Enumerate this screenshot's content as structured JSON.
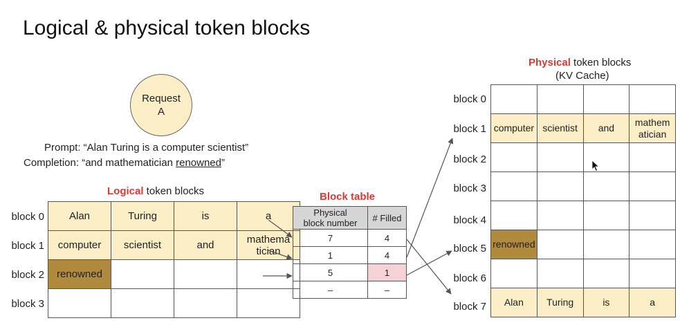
{
  "title": "Logical & physical token blocks",
  "request": {
    "label": "Request\nA"
  },
  "prompt_text": "Prompt: “Alan Turing is a computer scientist”",
  "completion": {
    "prefix": "Completion: “and mathematician ",
    "underlined": "renowned",
    "suffix": "”"
  },
  "logical": {
    "heading_accent": "Logical",
    "heading_rest": " token blocks",
    "row_labels": [
      "block 0",
      "block 1",
      "block 2",
      "block 3"
    ],
    "rows": [
      [
        "Alan",
        "Turing",
        "is",
        "a"
      ],
      [
        "computer",
        "scientist",
        "and",
        "mathema\ntician"
      ],
      [
        "renowned",
        "",
        "",
        ""
      ],
      [
        "",
        "",
        "",
        ""
      ]
    ]
  },
  "block_table": {
    "heading": "Block table",
    "col_headers": [
      "Physical\nblock number",
      "# Filled"
    ],
    "rows": [
      [
        "7",
        "4"
      ],
      [
        "1",
        "4"
      ],
      [
        "5",
        "1"
      ],
      [
        "–",
        "–"
      ]
    ]
  },
  "physical": {
    "heading_accent": "Physical",
    "heading_rest": " token blocks",
    "subheading": "(KV Cache)",
    "row_labels": [
      "block 0",
      "block 1",
      "block 2",
      "block 3",
      "block 4",
      "block 5",
      "block 6",
      "block 7"
    ],
    "rows": [
      [
        "",
        "",
        "",
        ""
      ],
      [
        "computer",
        "scientist",
        "and",
        "mathem\natician"
      ],
      [
        "",
        "",
        "",
        ""
      ],
      [
        "",
        "",
        "",
        ""
      ],
      [
        "",
        "",
        "",
        ""
      ],
      [
        "renowned",
        "",
        "",
        ""
      ],
      [
        "",
        "",
        "",
        ""
      ],
      [
        "Alan",
        "Turing",
        "is",
        "a"
      ]
    ]
  },
  "colors": {
    "accent_red": "#d93a32",
    "cell_fill": "#fcefc7",
    "cell_dark": "#b08a3d",
    "pink_highlight": "#f4d2d6",
    "header_gray": "#d6d6d6"
  }
}
